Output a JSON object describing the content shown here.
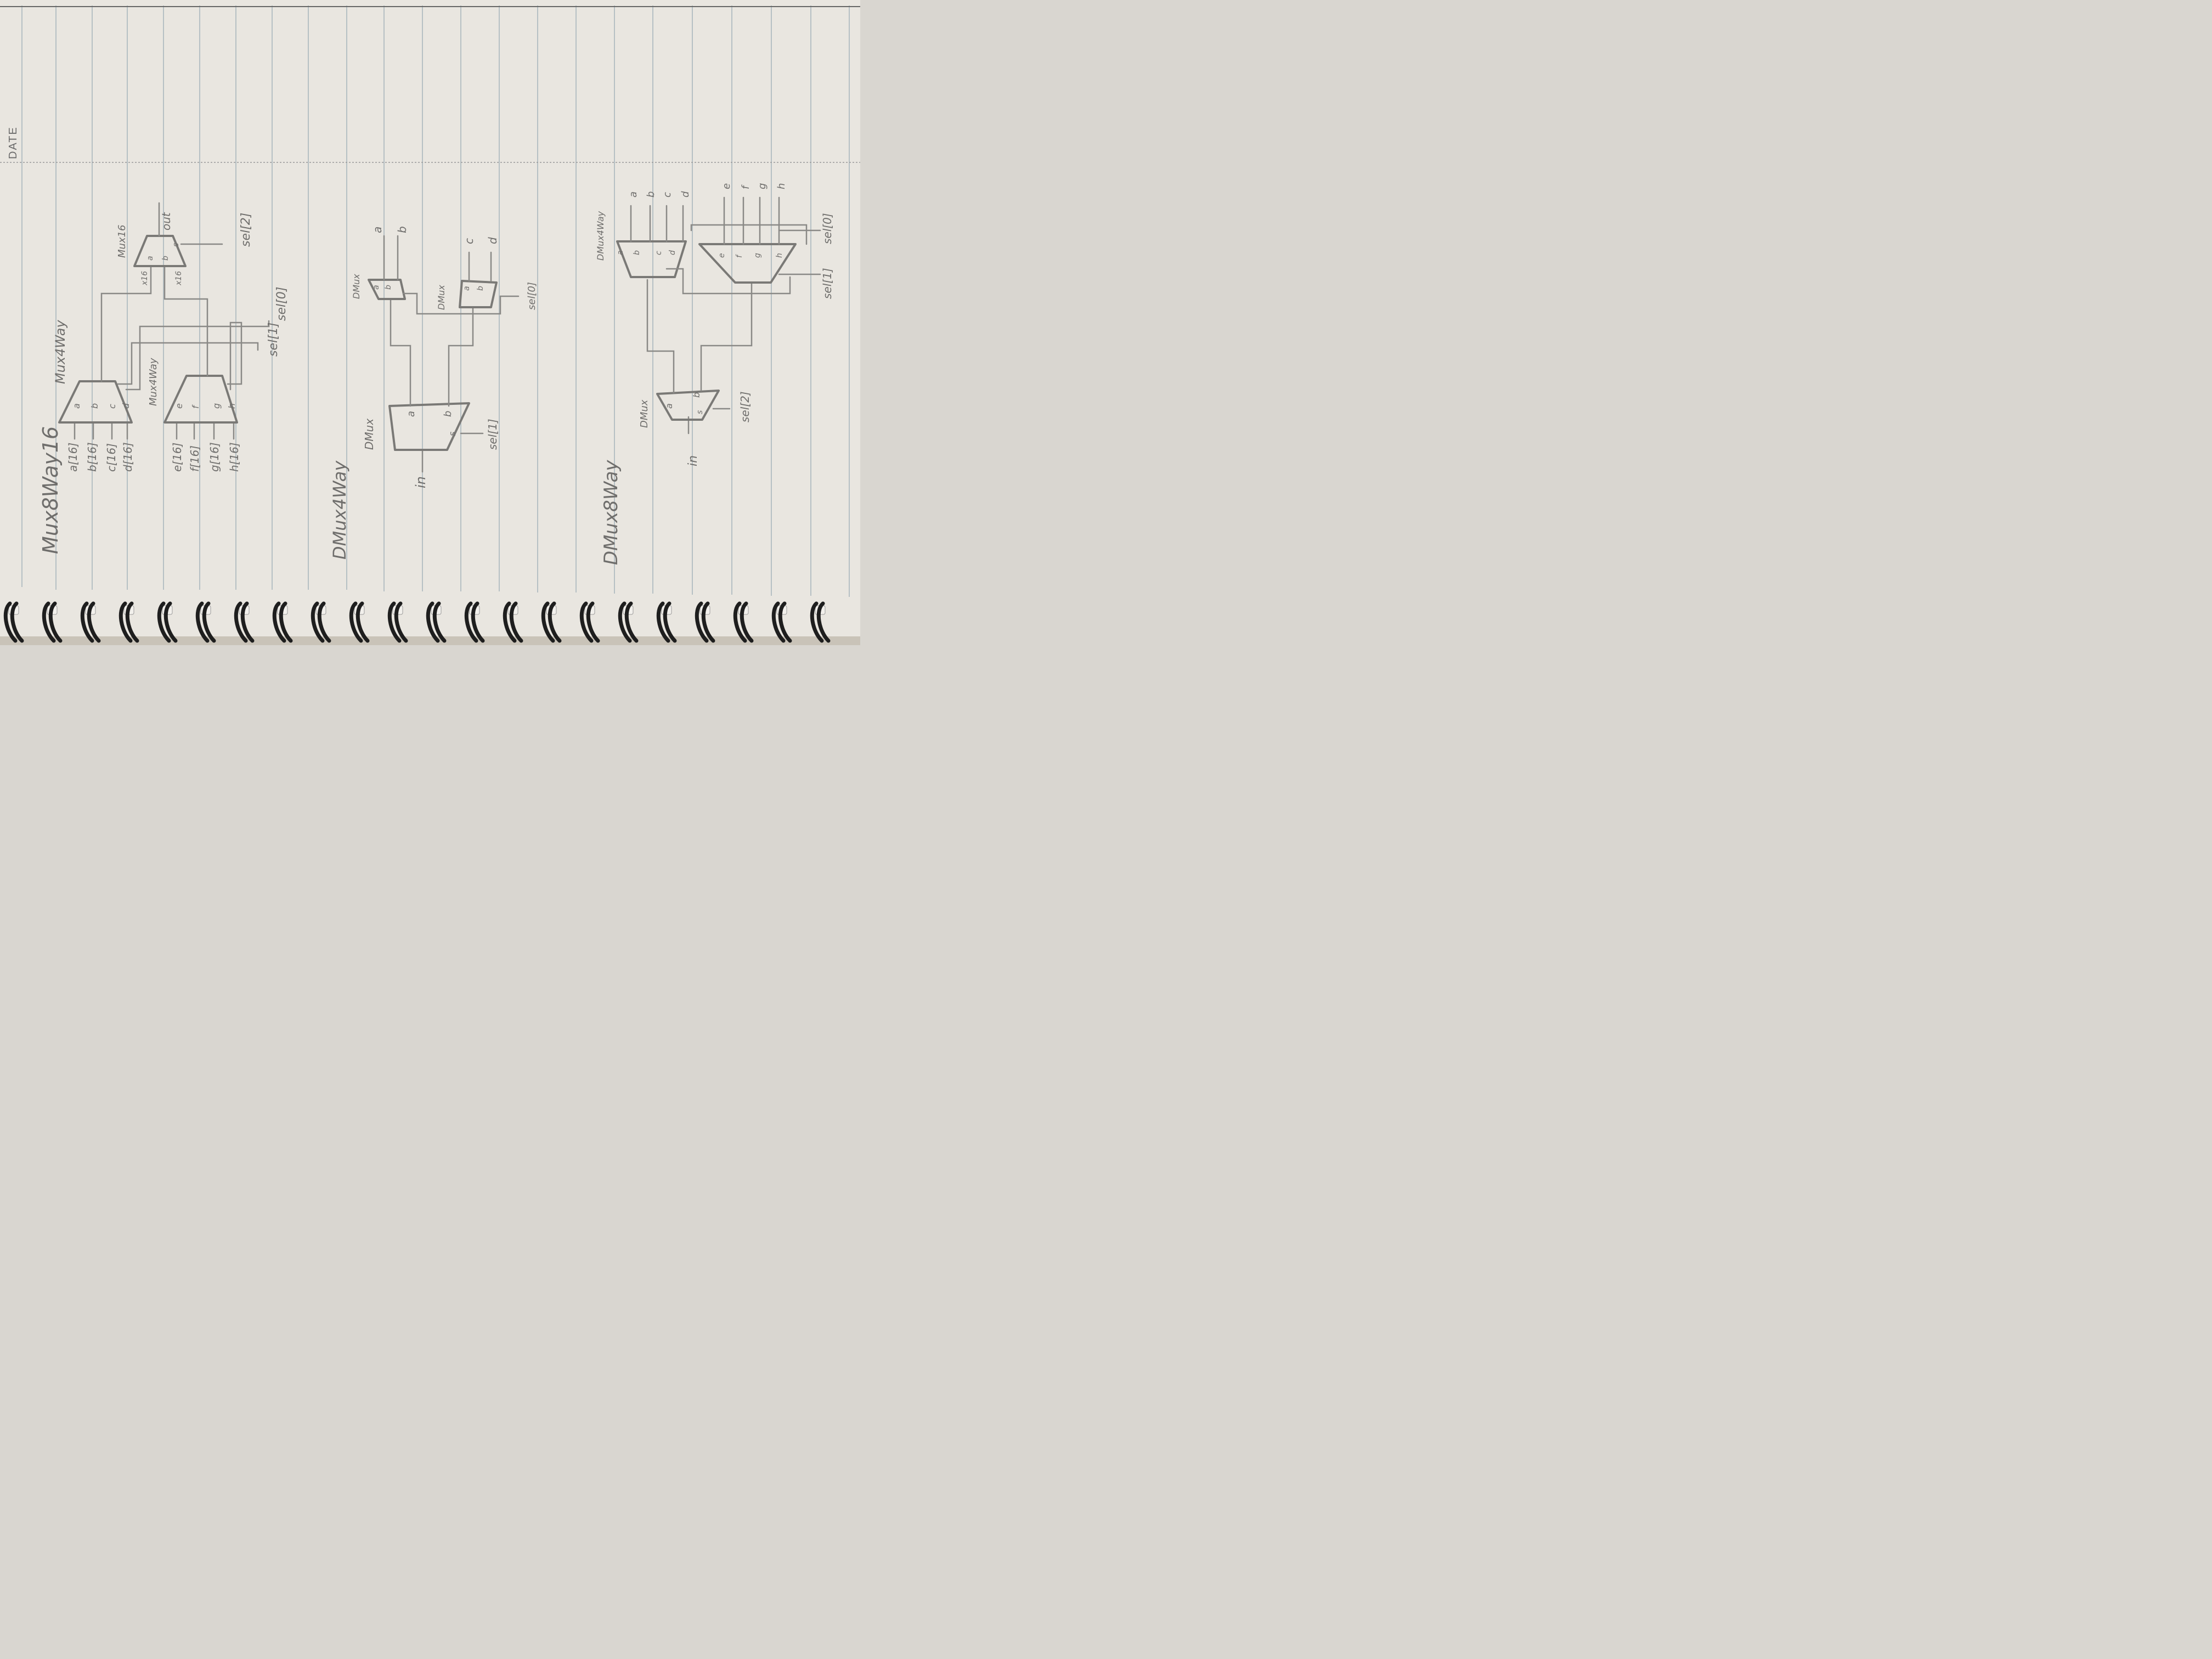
{
  "header": {
    "date_label": "DATE"
  },
  "mux8way16": {
    "title": "Mux8Way16",
    "top_block_label": "Mux4Way",
    "bottom_block_label": "Mux4Way",
    "final_block_label": "Mux16",
    "inputs_top": [
      "a[16]",
      "b[16]",
      "c[16]",
      "d[16]"
    ],
    "inputs_bottom": [
      "e[16]",
      "f[16]",
      "g[16]",
      "h[16]"
    ],
    "ports_top": [
      "a",
      "b",
      "c",
      "d"
    ],
    "ports_bottom": [
      "e",
      "f",
      "g",
      "h"
    ],
    "sel_label_top": "sel[0]",
    "sel_label_mid": "sel[1]",
    "sel_label_final": "sel[2]",
    "bus_width": "x16",
    "output_label": "out"
  },
  "dmux4way": {
    "title": "DMux4Way",
    "first_block_label": "DMux",
    "upper_block_label": "DMux",
    "lower_block_label": "DMux",
    "input_label": "in",
    "sel_label_first": "sel[1]",
    "sel_label_second": "sel[0]",
    "outputs": [
      "a",
      "b",
      "c",
      "d"
    ]
  },
  "dmux8way": {
    "title": "DMux8Way",
    "first_block_label": "DMux",
    "second_block_label": "DMux4Way",
    "input_label": "in",
    "sel_label_first": "sel[2]",
    "sel_label_mid": "sel[1]",
    "sel_label_last": "sel[0]",
    "outputs_top": [
      "a",
      "b",
      "c",
      "d"
    ],
    "outputs_bottom": [
      "e",
      "f",
      "g",
      "h"
    ]
  }
}
